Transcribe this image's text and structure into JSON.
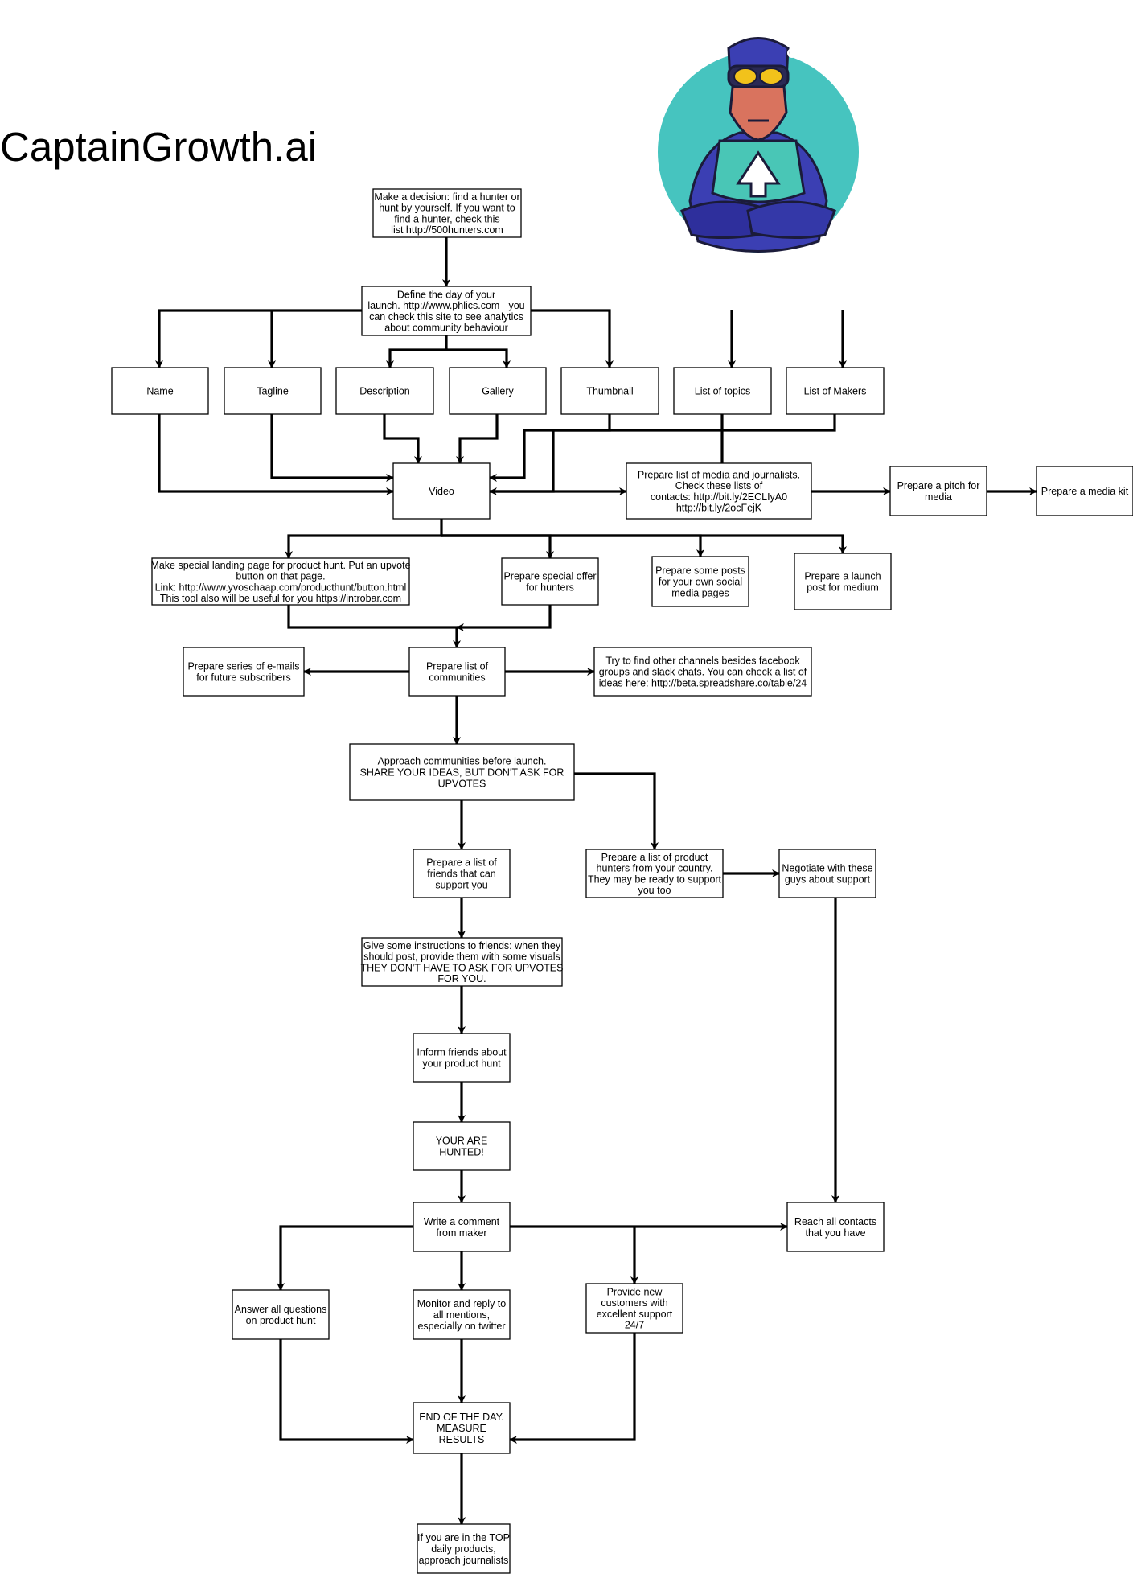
{
  "brand": {
    "title": "CaptainGrowth.ai",
    "mascot": {
      "icon": "captain-growth-mascot-icon",
      "bg": "#46c4bf",
      "suit": "#3b3fb3",
      "armor": "#49c6b6"
    }
  },
  "nodes": {
    "decision": {
      "lines": [
        "Make a decision: find a hunter or",
        "hunt by yourself. If you want to",
        "find a hunter, check this",
        "list http://500hunters.com"
      ]
    },
    "launch_day": {
      "lines": [
        "Define the day of your",
        "launch. http://www.phlics.com - you",
        "can check this site to see analytics",
        "about community behaviour"
      ]
    },
    "name": {
      "lines": [
        "Name"
      ]
    },
    "tagline": {
      "lines": [
        "Tagline"
      ]
    },
    "description": {
      "lines": [
        "Description"
      ]
    },
    "gallery": {
      "lines": [
        "Gallery"
      ]
    },
    "thumbnail": {
      "lines": [
        "Thumbnail"
      ]
    },
    "topics": {
      "lines": [
        "List of topics"
      ]
    },
    "makers": {
      "lines": [
        "List of Makers"
      ]
    },
    "video": {
      "lines": [
        "Video"
      ]
    },
    "media_list": {
      "lines": [
        "Prepare list of media and journalists.",
        "Check these lists of",
        "contacts: http://bit.ly/2ECLIyA0",
        "http://bit.ly/2ocFejK"
      ]
    },
    "pitch": {
      "lines": [
        "Prepare a pitch for",
        "media"
      ]
    },
    "media_kit": {
      "lines": [
        "Prepare a media kit"
      ]
    },
    "landing": {
      "lines": [
        "Make special landing page for product hunt. Put an upvote",
        "button on that page.",
        "Link: http://www.yvoschaap.com/producthunt/button.html",
        "This tool also will be useful for you https://introbar.com"
      ]
    },
    "offer": {
      "lines": [
        "Prepare special offer",
        "for hunters"
      ]
    },
    "posts": {
      "lines": [
        "Prepare some posts",
        "for your own social",
        "media pages"
      ]
    },
    "medium": {
      "lines": [
        "Prepare a launch",
        "post for medium"
      ]
    },
    "emails": {
      "lines": [
        "Prepare series of e-mails",
        "for future subscribers"
      ]
    },
    "communities": {
      "lines": [
        "Prepare list of",
        "communities"
      ]
    },
    "channels": {
      "lines": [
        "Try to find other channels besides facebook",
        "groups and slack chats. You can check a list of",
        "ideas here: http://beta.spreadshare.co/table/24"
      ]
    },
    "approach": {
      "lines": [
        "Approach communities before launch.",
        "SHARE YOUR IDEAS, BUT DON'T ASK FOR",
        "UPVOTES"
      ]
    },
    "friends": {
      "lines": [
        "Prepare a list of",
        "friends that can",
        "support you"
      ]
    },
    "hunters_country": {
      "lines": [
        "Prepare a list of product",
        "hunters from your country.",
        "They may be ready to support",
        "you too"
      ]
    },
    "negotiate": {
      "lines": [
        "Negotiate with these",
        "guys about support"
      ]
    },
    "instructions": {
      "lines": [
        "Give some instructions to friends: when they",
        "should post, provide them with some visuals",
        "THEY DON'T HAVE TO ASK FOR UPVOTES",
        "FOR YOU."
      ]
    },
    "inform": {
      "lines": [
        "Inform friends about",
        "your product hunt"
      ]
    },
    "hunted": {
      "lines": [
        "YOUR ARE",
        "HUNTED!"
      ]
    },
    "comment": {
      "lines": [
        "Write a comment",
        "from maker"
      ]
    },
    "reach": {
      "lines": [
        "Reach all contacts",
        "that you have"
      ]
    },
    "answer": {
      "lines": [
        "Answer all questions",
        "on product hunt"
      ]
    },
    "monitor": {
      "lines": [
        "Monitor and reply to",
        "all mentions,",
        "especially on twitter"
      ]
    },
    "support": {
      "lines": [
        "Provide new",
        "customers with",
        "excellent support",
        "24/7"
      ]
    },
    "end_day": {
      "lines": [
        "END OF THE DAY.",
        "MEASURE",
        "RESULTS"
      ]
    },
    "top": {
      "lines": [
        "If you are in the TOP",
        "daily products,",
        "approach journalists"
      ]
    }
  },
  "edges": [
    {
      "from": "decision",
      "to": "launch_day"
    },
    {
      "from": "launch_day",
      "to": "name"
    },
    {
      "from": "launch_day",
      "to": "tagline"
    },
    {
      "from": "launch_day",
      "to": "description"
    },
    {
      "from": "launch_day",
      "to": "gallery"
    },
    {
      "from": "launch_day",
      "to": "thumbnail"
    },
    {
      "from": "launch_day",
      "to": "topics"
    },
    {
      "from": "launch_day",
      "to": "makers"
    },
    {
      "from": "name",
      "to": "video"
    },
    {
      "from": "tagline",
      "to": "video"
    },
    {
      "from": "description",
      "to": "video"
    },
    {
      "from": "gallery",
      "to": "video"
    },
    {
      "from": "thumbnail",
      "to": "video"
    },
    {
      "from": "makers",
      "to": "video"
    },
    {
      "from": "topics",
      "to": "video"
    },
    {
      "from": "video",
      "to": "media_list"
    },
    {
      "from": "media_list",
      "to": "pitch"
    },
    {
      "from": "pitch",
      "to": "media_kit"
    },
    {
      "from": "video",
      "to": "landing"
    },
    {
      "from": "video",
      "to": "offer"
    },
    {
      "from": "video",
      "to": "posts"
    },
    {
      "from": "video",
      "to": "medium"
    },
    {
      "from": "landing",
      "to": "communities"
    },
    {
      "from": "offer",
      "to": "communities"
    },
    {
      "from": "communities",
      "to": "emails"
    },
    {
      "from": "communities",
      "to": "channels"
    },
    {
      "from": "communities",
      "to": "approach"
    },
    {
      "from": "approach",
      "to": "friends"
    },
    {
      "from": "approach",
      "to": "hunters_country"
    },
    {
      "from": "hunters_country",
      "to": "negotiate"
    },
    {
      "from": "negotiate",
      "to": "reach"
    },
    {
      "from": "friends",
      "to": "instructions"
    },
    {
      "from": "instructions",
      "to": "inform"
    },
    {
      "from": "inform",
      "to": "hunted"
    },
    {
      "from": "hunted",
      "to": "comment"
    },
    {
      "from": "comment",
      "to": "reach"
    },
    {
      "from": "comment",
      "to": "answer"
    },
    {
      "from": "comment",
      "to": "monitor"
    },
    {
      "from": "comment",
      "to": "support"
    },
    {
      "from": "answer",
      "to": "end_day"
    },
    {
      "from": "monitor",
      "to": "end_day"
    },
    {
      "from": "support",
      "to": "end_day"
    },
    {
      "from": "end_day",
      "to": "top"
    }
  ],
  "colors": {
    "line": "#000000",
    "box_fill": "#ffffff",
    "text": "#000000"
  }
}
